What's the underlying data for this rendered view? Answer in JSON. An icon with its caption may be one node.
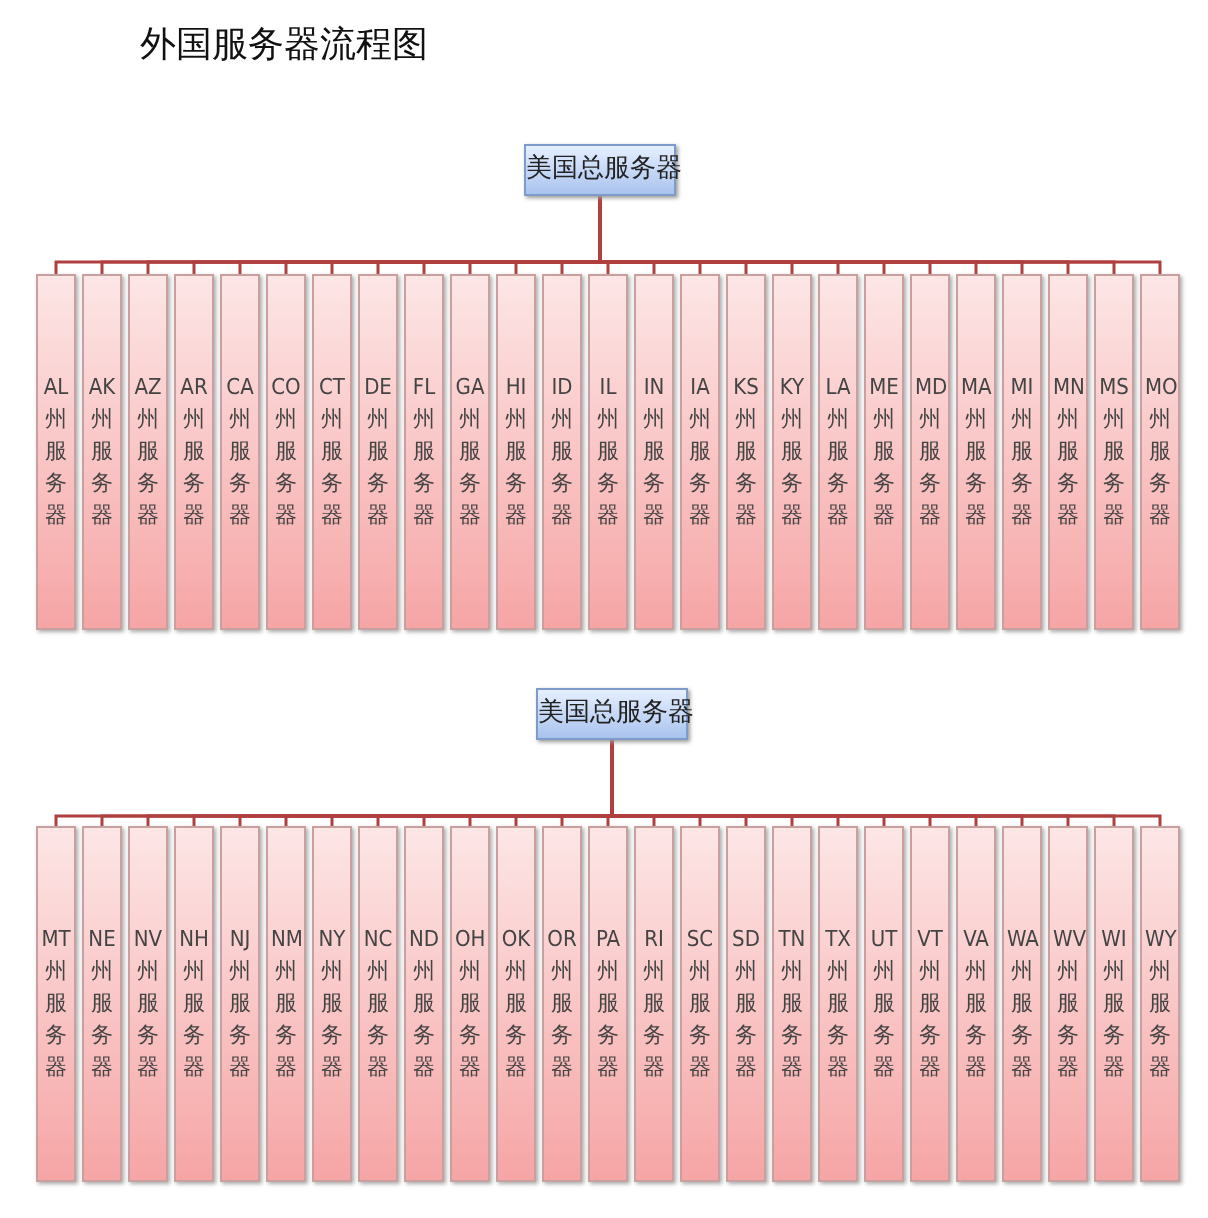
{
  "diagram": {
    "title": "外国服务器流程图",
    "nodes": [
      {
        "text": [
          "美国总服务器"
        ]
      },
      {
        "text": [
          "AL州服务器"
        ]
      },
      {
        "text": [
          "AK州服务器"
        ]
      },
      {
        "text": [
          "AZ州服务器"
        ]
      },
      {
        "text": [
          "AR州服务器"
        ]
      },
      {
        "text": [
          "CA州服务器"
        ]
      },
      {
        "text": [
          "CO州服务器"
        ]
      },
      {
        "text": [
          "CT州服务器"
        ]
      },
      {
        "text": [
          "DE州服务器"
        ]
      },
      {
        "text": [
          "FL州服务器"
        ]
      },
      {
        "text": [
          "GA州服务器"
        ]
      },
      {
        "text": [
          "HI州服务器"
        ]
      },
      {
        "text": [
          "ID州服务器"
        ]
      },
      {
        "text": [
          "IL州服务器"
        ]
      },
      {
        "text": [
          "IN州服务器"
        ]
      },
      {
        "text": [
          "IA州服务器"
        ]
      },
      {
        "text": [
          "KS州服务器"
        ]
      },
      {
        "text": [
          "KY州服务器"
        ]
      },
      {
        "text": [
          "LA州服务器"
        ]
      },
      {
        "text": [
          "ME州服务器"
        ]
      },
      {
        "text": [
          "MD州服务器"
        ]
      },
      {
        "text": [
          "MA州服务器"
        ]
      },
      {
        "text": [
          "MI州服务器"
        ]
      },
      {
        "text": [
          "MN州服务器"
        ]
      },
      {
        "text": [
          "MS州服务器"
        ]
      },
      {
        "text": [
          "MO州服务器"
        ]
      },
      {
        "text": [
          "美国总服务器"
        ]
      },
      {
        "text": [
          "MT州服务器"
        ]
      },
      {
        "text": [
          "NE州服务器"
        ]
      },
      {
        "text": [
          "NV州服务器"
        ]
      },
      {
        "text": [
          "NH州服务器"
        ]
      },
      {
        "text": [
          "NJ州服务器"
        ]
      },
      {
        "text": [
          "NM州服务器"
        ]
      },
      {
        "text": [
          "NY州服务器"
        ]
      },
      {
        "text": [
          "NC州服务器"
        ]
      },
      {
        "text": [
          "ND州服务器"
        ]
      },
      {
        "text": [
          "OH州服务器"
        ]
      },
      {
        "text": [
          "OK州服务器"
        ]
      },
      {
        "text": [
          "OR州服务器"
        ]
      },
      {
        "text": [
          "PA州服务器"
        ]
      },
      {
        "text": [
          "RI州服务器"
        ]
      },
      {
        "text": [
          "SC州服务器"
        ]
      },
      {
        "text": [
          "SD州服务器"
        ]
      },
      {
        "text": [
          "TN州服务器"
        ]
      },
      {
        "text": [
          "TX州服务器"
        ]
      },
      {
        "text": [
          "UT州服务器"
        ]
      },
      {
        "text": [
          "VT州服务器"
        ]
      },
      {
        "text": [
          "VA州服务器"
        ]
      },
      {
        "text": [
          "WA州服务器"
        ]
      },
      {
        "text": [
          "WV州服务器"
        ]
      },
      {
        "text": [
          "WI州服务器"
        ]
      },
      {
        "text": [
          "WY州服务器"
        ]
      }
    ],
    "edges": [
      {
        "from": 0,
        "to": 1,
        "arrow": "none"
      },
      {
        "from": 0,
        "to": 2,
        "arrow": "none"
      },
      {
        "from": 0,
        "to": 3,
        "arrow": "none"
      },
      {
        "from": 0,
        "to": 4,
        "arrow": "none"
      },
      {
        "from": 0,
        "to": 5,
        "arrow": "none"
      },
      {
        "from": 0,
        "to": 6,
        "arrow": "none"
      },
      {
        "from": 0,
        "to": 7,
        "arrow": "none"
      },
      {
        "from": 0,
        "to": 8,
        "arrow": "none"
      },
      {
        "from": 0,
        "to": 9,
        "arrow": "none"
      },
      {
        "from": 0,
        "to": 10,
        "arrow": "none"
      },
      {
        "from": 0,
        "to": 11,
        "arrow": "none"
      },
      {
        "from": 0,
        "to": 12,
        "arrow": "none"
      },
      {
        "from": 0,
        "to": 13,
        "arrow": "none"
      },
      {
        "from": 0,
        "to": 14,
        "arrow": "none"
      },
      {
        "from": 0,
        "to": 15,
        "arrow": "none"
      },
      {
        "from": 0,
        "to": 16,
        "arrow": "none"
      },
      {
        "from": 0,
        "to": 17,
        "arrow": "none"
      },
      {
        "from": 0,
        "to": 18,
        "arrow": "none"
      },
      {
        "from": 0,
        "to": 19,
        "arrow": "none"
      },
      {
        "from": 0,
        "to": 20,
        "arrow": "none"
      },
      {
        "from": 0,
        "to": 21,
        "arrow": "none"
      },
      {
        "from": 0,
        "to": 22,
        "arrow": "none"
      },
      {
        "from": 0,
        "to": 23,
        "arrow": "none"
      },
      {
        "from": 0,
        "to": 24,
        "arrow": "none"
      },
      {
        "from": 0,
        "to": 25,
        "arrow": "none"
      },
      {
        "from": 26,
        "to": 27,
        "arrow": "none"
      },
      {
        "from": 26,
        "to": 28,
        "arrow": "none"
      },
      {
        "from": 26,
        "to": 29,
        "arrow": "none"
      },
      {
        "from": 26,
        "to": 30,
        "arrow": "none"
      },
      {
        "from": 26,
        "to": 31,
        "arrow": "none"
      },
      {
        "from": 26,
        "to": 32,
        "arrow": "none"
      },
      {
        "from": 26,
        "to": 33,
        "arrow": "none"
      },
      {
        "from": 26,
        "to": 34,
        "arrow": "none"
      },
      {
        "from": 26,
        "to": 35,
        "arrow": "none"
      },
      {
        "from": 26,
        "to": 36,
        "arrow": "none"
      },
      {
        "from": 26,
        "to": 37,
        "arrow": "none"
      },
      {
        "from": 26,
        "to": 38,
        "arrow": "none"
      },
      {
        "from": 26,
        "to": 39,
        "arrow": "none"
      },
      {
        "from": 26,
        "to": 40,
        "arrow": "none"
      },
      {
        "from": 26,
        "to": 41,
        "arrow": "none"
      },
      {
        "from": 26,
        "to": 42,
        "arrow": "none"
      },
      {
        "from": 26,
        "to": 43,
        "arrow": "none"
      },
      {
        "from": 26,
        "to": 44,
        "arrow": "none"
      },
      {
        "from": 26,
        "to": 45,
        "arrow": "none"
      },
      {
        "from": 26,
        "to": 46,
        "arrow": "none"
      },
      {
        "from": 26,
        "to": 47,
        "arrow": "none"
      },
      {
        "from": 26,
        "to": 48,
        "arrow": "none"
      },
      {
        "from": 26,
        "to": 49,
        "arrow": "none"
      },
      {
        "from": 26,
        "to": 50,
        "arrow": "none"
      },
      {
        "from": 26,
        "to": 51,
        "arrow": "none"
      }
    ]
  }
}
